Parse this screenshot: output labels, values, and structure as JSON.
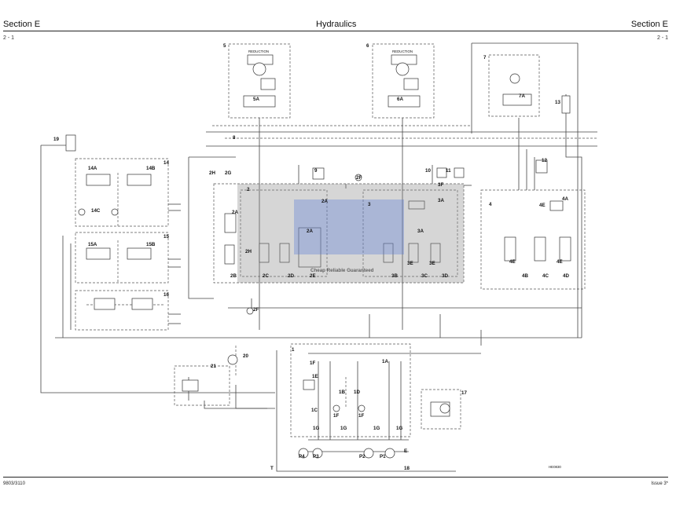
{
  "header": {
    "left_title": "Section E",
    "center_title": "Hydraulics",
    "right_title": "Section E",
    "left_page": "2 - 1",
    "right_page": "2 - 1"
  },
  "footer": {
    "doc_number": "9803/3110",
    "issue": "Issue 3*"
  },
  "diagram": {
    "drawing_ref": "HE0830",
    "watermark": "Cheap Reliable Guaranteed",
    "reduction_label": "REDUCTION",
    "labels": [
      "5",
      "5A",
      "6",
      "6A",
      "7",
      "7A",
      "8",
      "13",
      "19",
      "14",
      "14A",
      "14B",
      "14C",
      "15",
      "15A",
      "15B",
      "16",
      "2H",
      "2G",
      "2",
      "2A",
      "2A",
      "2A",
      "2H",
      "2B",
      "2C",
      "2D",
      "2E",
      "9",
      "2F",
      "3F",
      "10",
      "11",
      "3",
      "3A",
      "3A",
      "3E",
      "3E",
      "3B",
      "3C",
      "3D",
      "12",
      "4",
      "4A",
      "4E",
      "4E",
      "4E",
      "4B",
      "4C",
      "4D",
      "2F",
      "1",
      "1F",
      "1A",
      "1E",
      "1B",
      "1D",
      "1C",
      "1F",
      "1F",
      "1G",
      "1G",
      "1G",
      "1G",
      "20",
      "21",
      "17",
      "P4",
      "P3",
      "P2",
      "P1",
      "E",
      "T",
      "18"
    ]
  }
}
